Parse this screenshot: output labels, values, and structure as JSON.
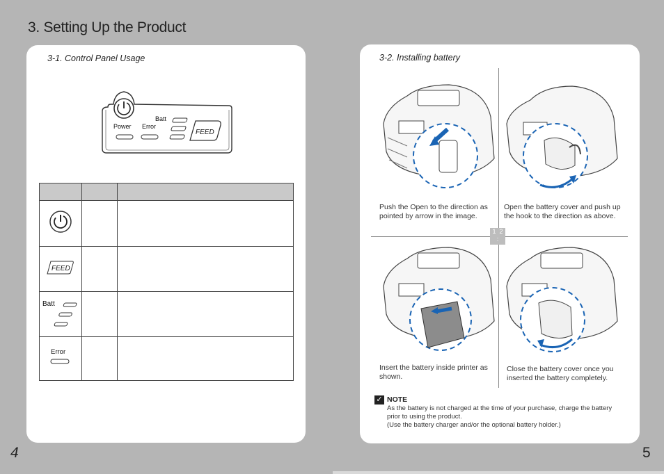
{
  "header": {
    "title": "3. Setting Up the Product"
  },
  "left": {
    "section_title": "3-1. Control Panel Usage",
    "panel_labels": {
      "power": "Power",
      "error": "Error",
      "batt": "Batt",
      "feed": "FEED"
    },
    "table_icon_labels": {
      "feed": "FEED",
      "batt": "Batt",
      "error": "Error"
    },
    "page_number": "4"
  },
  "right": {
    "section_title": "3-2. Installing battery",
    "captions": [
      "Push the Open to the direction as pointed by arrow in the image.",
      "Open the battery cover and push up the hook to the direction as above.",
      "Insert the battery inside printer as shown.",
      "Close the battery cover once you inserted the battery completely."
    ],
    "step_tag": "1  2\n:",
    "note_title": "NOTE",
    "note_lines": [
      "As the battery is not charged at the time of your purchase, charge the battery",
      "prior to using the product.",
      "(Use the battery charger and/or the optional battery holder.)"
    ],
    "page_number": "5"
  }
}
